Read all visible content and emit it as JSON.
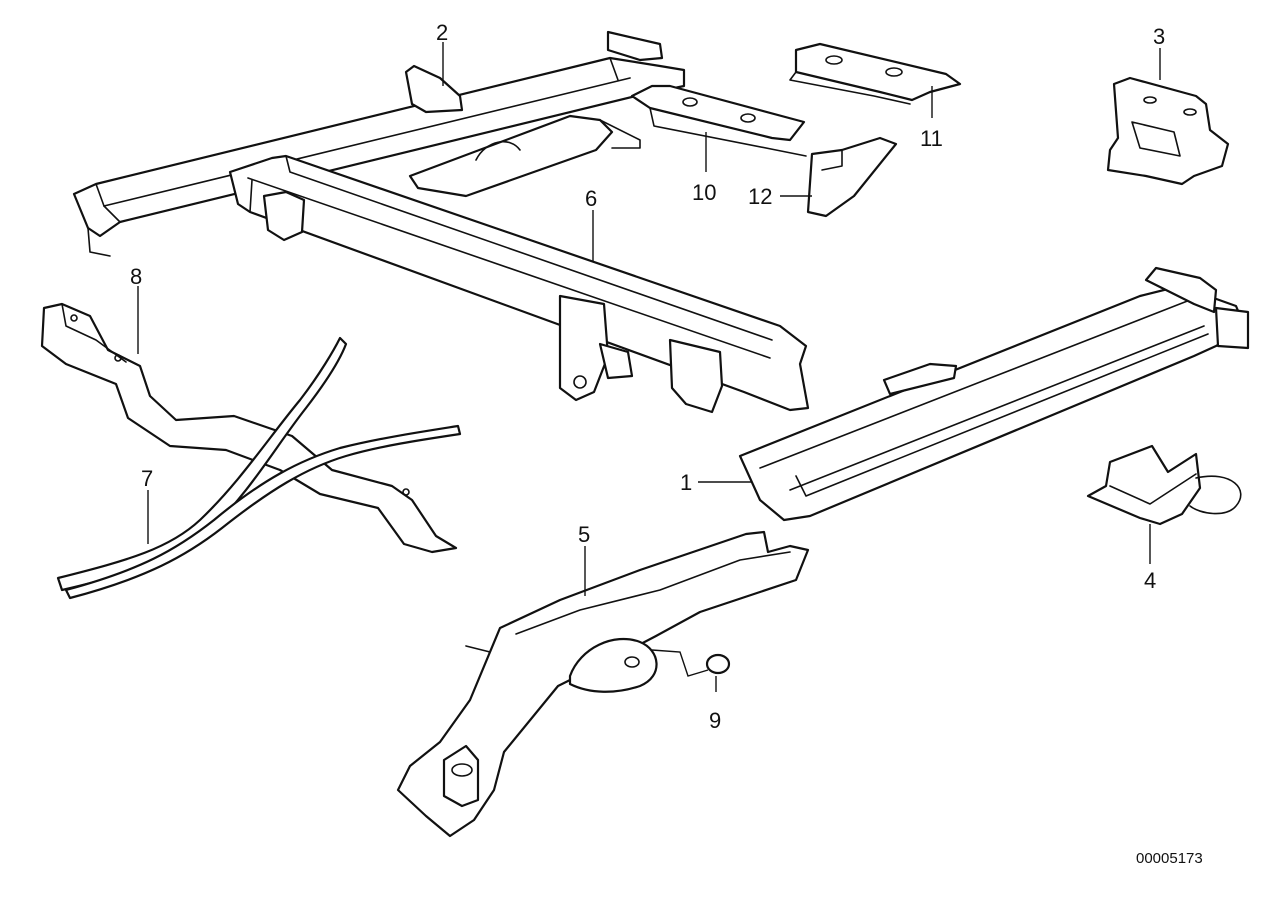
{
  "diagram": {
    "reference_number": "00005173",
    "callouts": [
      {
        "id": "1",
        "label": "1"
      },
      {
        "id": "2",
        "label": "2"
      },
      {
        "id": "3",
        "label": "3"
      },
      {
        "id": "4",
        "label": "4"
      },
      {
        "id": "5",
        "label": "5"
      },
      {
        "id": "6",
        "label": "6"
      },
      {
        "id": "7",
        "label": "7"
      },
      {
        "id": "8",
        "label": "8"
      },
      {
        "id": "9",
        "label": "9"
      },
      {
        "id": "10",
        "label": "10"
      },
      {
        "id": "11",
        "label": "11"
      },
      {
        "id": "12",
        "label": "12"
      }
    ]
  }
}
